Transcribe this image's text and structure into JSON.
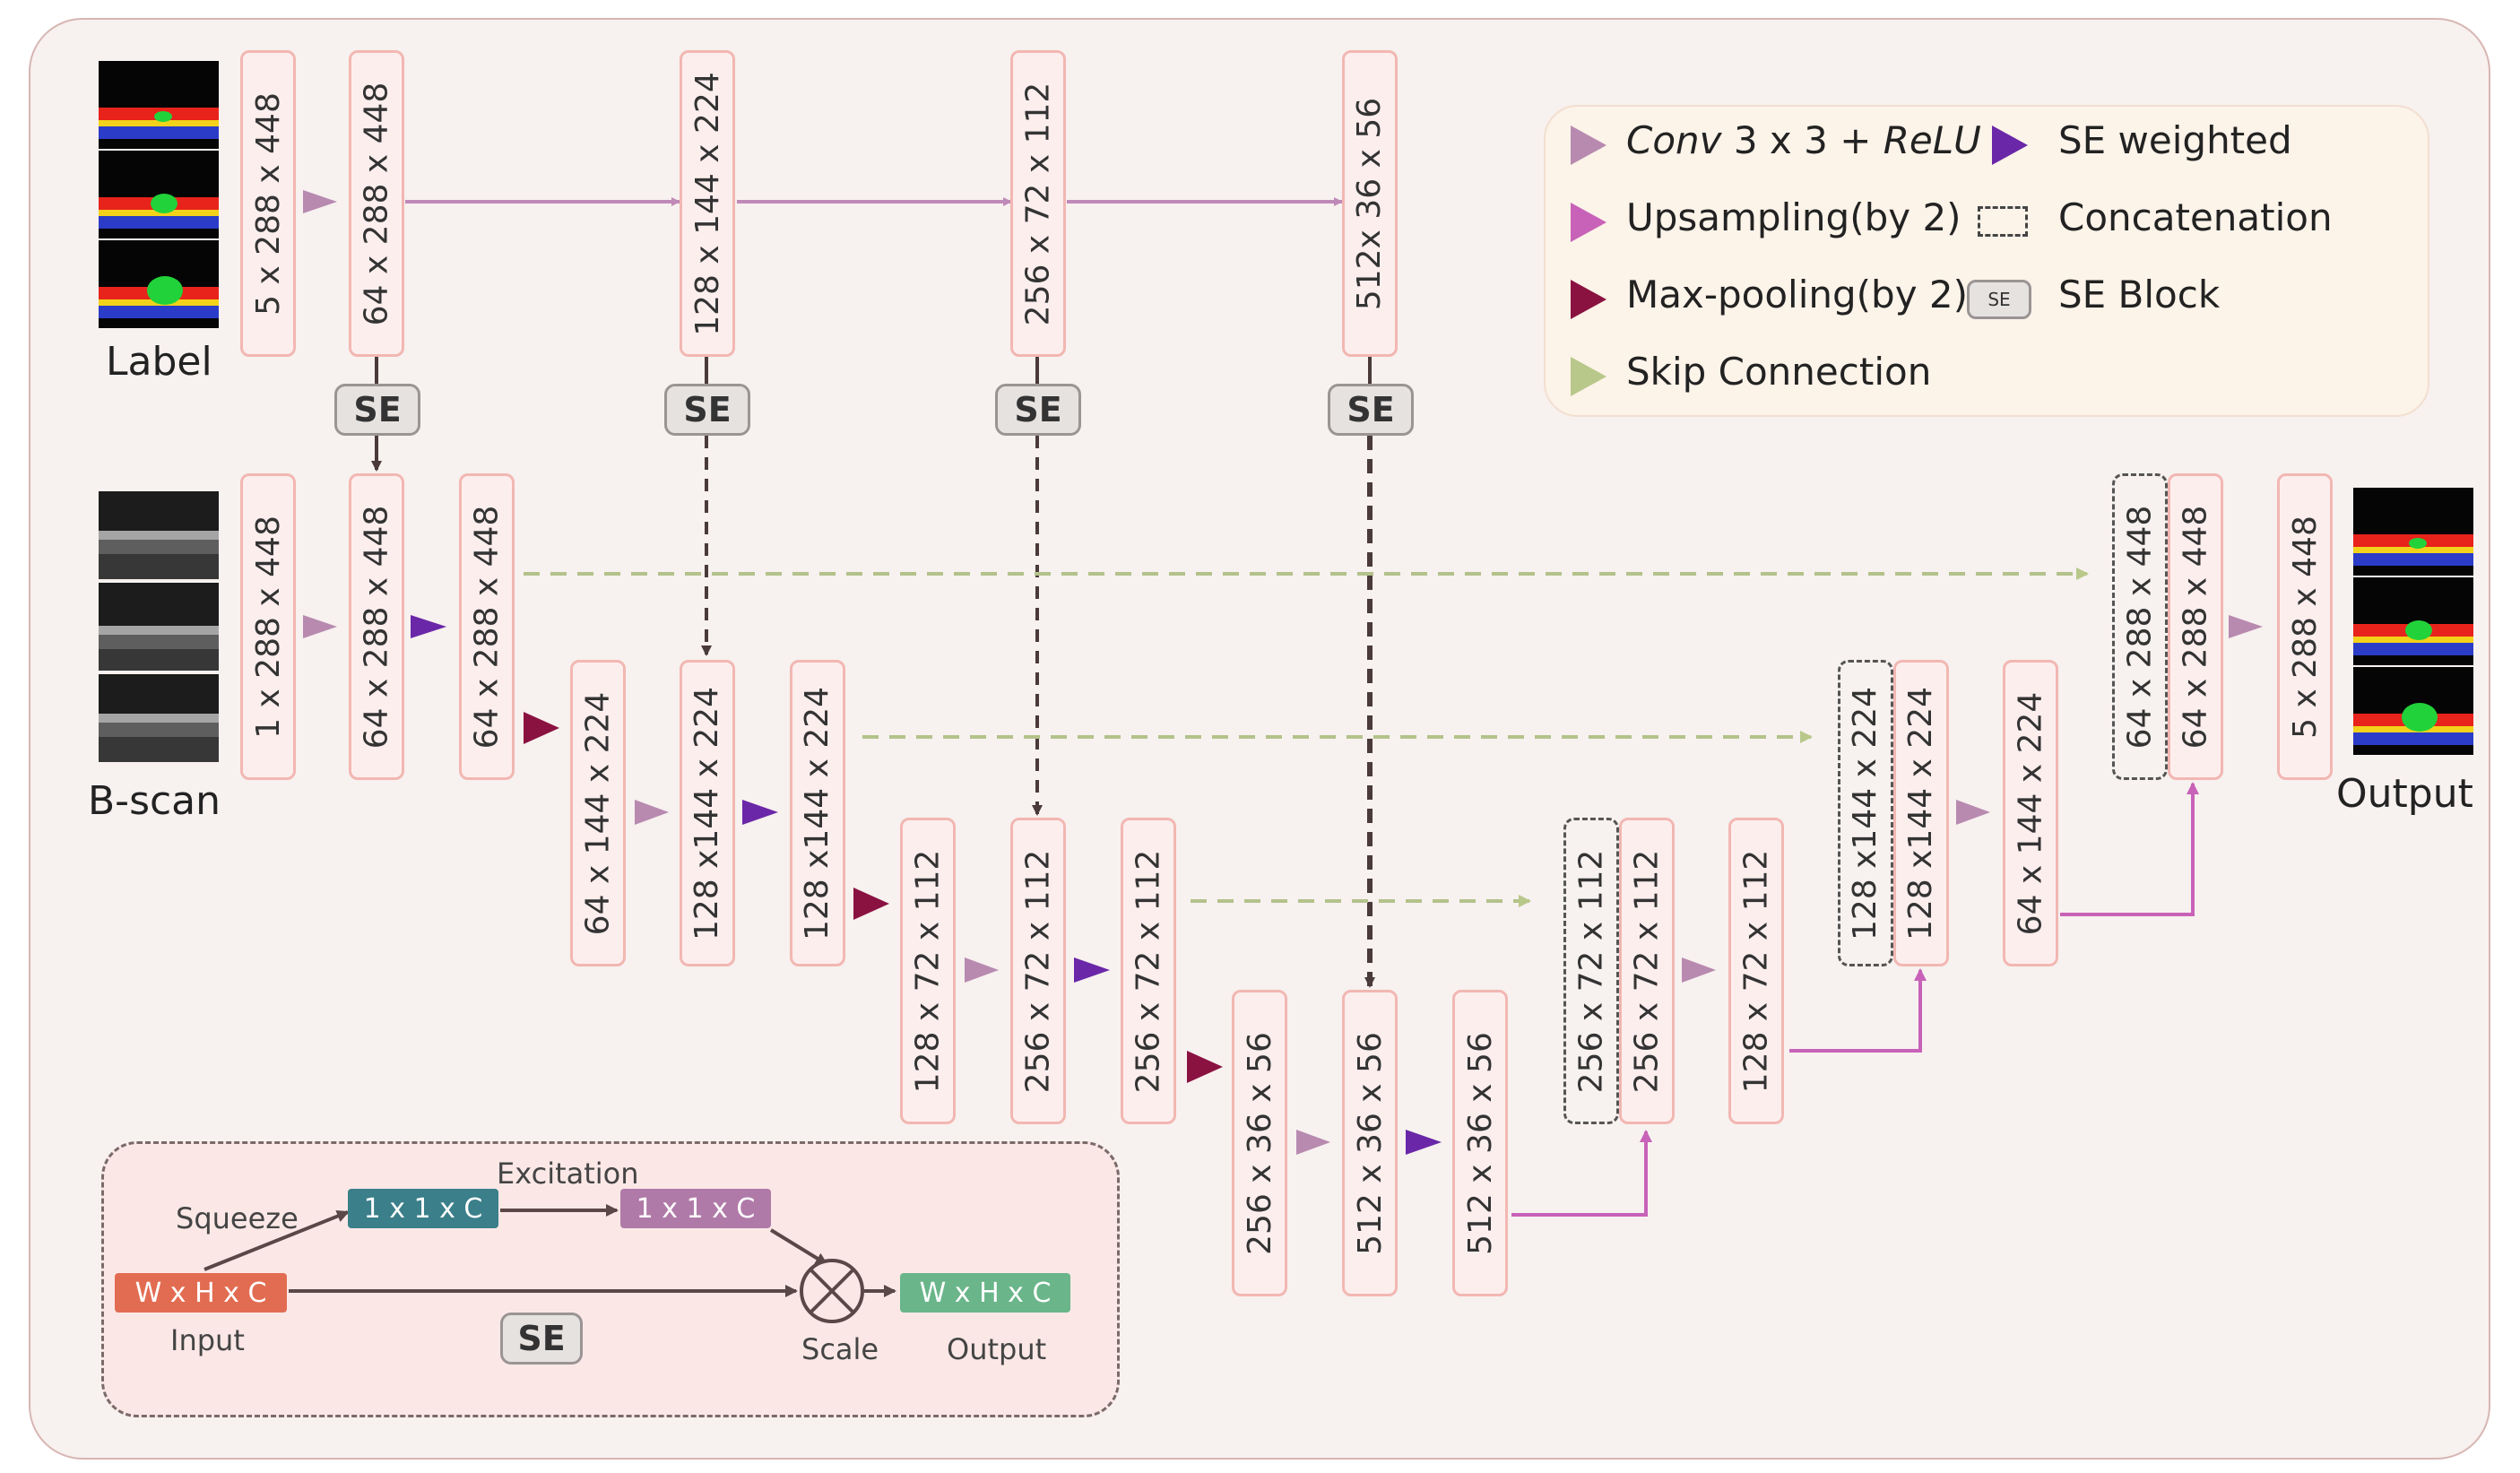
{
  "labels": {
    "label": "Label",
    "bscan": "B-scan",
    "output": "Output"
  },
  "se_label": "SE",
  "blocks": {
    "enc_top_1": "5 x 288 x 448",
    "enc_top_2": "64 x 288 x 448",
    "enc_top_3": "128 x 144 x 224",
    "enc_top_4": "256 x 72 x 112",
    "enc_top_5": "512x 36 x 56",
    "b1": "1 x 288 x 448",
    "b2": "64 x 288 x 448",
    "b3": "64 x 288 x 448",
    "b4": "64 x 144 x 224",
    "b5": "128 x144 x 224",
    "b6": "128 x144 x 224",
    "b7": "128 x 72 x 112",
    "b8": "256 x 72 x 112",
    "b9": "256 x 72 x 112",
    "b10": "256 x 36 x 56",
    "b11": "512 x 36 x 56",
    "b12": "512 x 36 x 56",
    "d1_concat": "256 x 72 x 112",
    "d1": "256 x 72 x 112",
    "d2": "128 x 72 x 112",
    "d3_concat": "128 x144 x 224",
    "d3": "128 x144 x 224",
    "d4": "64 x 144 x 224",
    "d5_concat": "64 x 288 x 448",
    "d5": "64 x 288 x 448",
    "d6": "5 x 288 x 448"
  },
  "legend": {
    "conv_italic": "Conv",
    "conv_mid": " 3 x 3 + ",
    "relu_italic": "ReLU",
    "upsampling": "Upsampling(by 2)",
    "maxpool": "Max-pooling(by 2)",
    "skip": "Skip Connection",
    "se_weighted": "SE weighted",
    "concatenation": "Concatenation",
    "se_block_icon": "SE",
    "se_block": "SE Block"
  },
  "se_module": {
    "input_box": "W x H x C",
    "input_label": "Input",
    "squeeze_label": "Squeeze",
    "squeeze_box": "1 x 1 x C",
    "excitation_label": "Excitation",
    "excitation_box": "1 x 1 x C",
    "scale_label": "Scale",
    "output_box": "W x H x C",
    "output_label": "Output",
    "badge": "SE"
  },
  "colors": {
    "conv_arrow": "#b88ab0",
    "upsampling_arrow": "#c862b8",
    "maxpool_arrow": "#8a1240",
    "se_weighted_arrow": "#6a27a8",
    "skip_arrow": "#b8c88a",
    "skip_line": "#b3c28a",
    "input_box": "#e26c52",
    "squeeze_box": "#3a7f8a",
    "excitation_box": "#b07aa8",
    "output_box": "#6ab58a"
  }
}
